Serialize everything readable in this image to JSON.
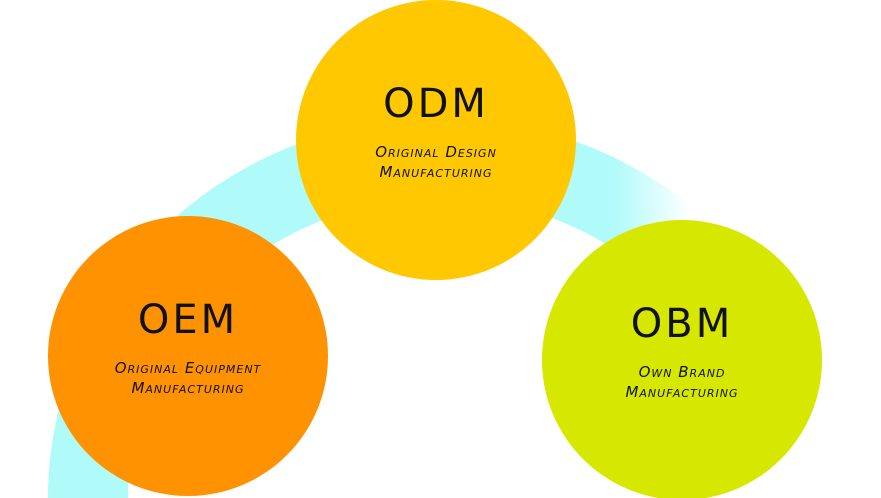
{
  "diagram": {
    "title": "",
    "nodes": [
      {
        "id": "odm",
        "abbr": "ODM",
        "line1": "Original Design",
        "line2": "Manufacturing",
        "color": "#FFC800"
      },
      {
        "id": "oem",
        "abbr": "OEM",
        "line1": "Original Equipment",
        "line2": "Manufacturing",
        "color": "#FF9200"
      },
      {
        "id": "obm",
        "abbr": "OBM",
        "line1": "Own Brand",
        "line2": "Manufacturing",
        "color": "#D6E800"
      }
    ],
    "arc": {
      "color": "#B0FAFA"
    }
  }
}
